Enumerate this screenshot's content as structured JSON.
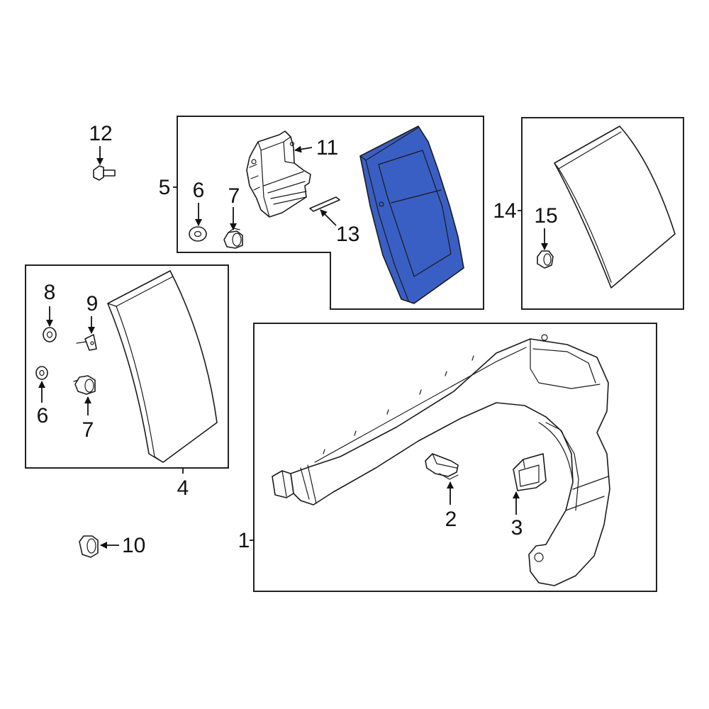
{
  "colors": {
    "background": "#ffffff",
    "line": "#1a1a1a",
    "highlight_fill": "#3a5fc4"
  },
  "highlighted_part": "13",
  "callouts": {
    "c1": "1",
    "c2": "2",
    "c3": "3",
    "c4": "4",
    "c5": "5",
    "c6a": "6",
    "c6b": "6",
    "c7a": "7",
    "c7b": "7",
    "c8": "8",
    "c9": "9",
    "c10": "10",
    "c11": "11",
    "c12": "12",
    "c13": "13",
    "c14": "14",
    "c15": "15"
  }
}
